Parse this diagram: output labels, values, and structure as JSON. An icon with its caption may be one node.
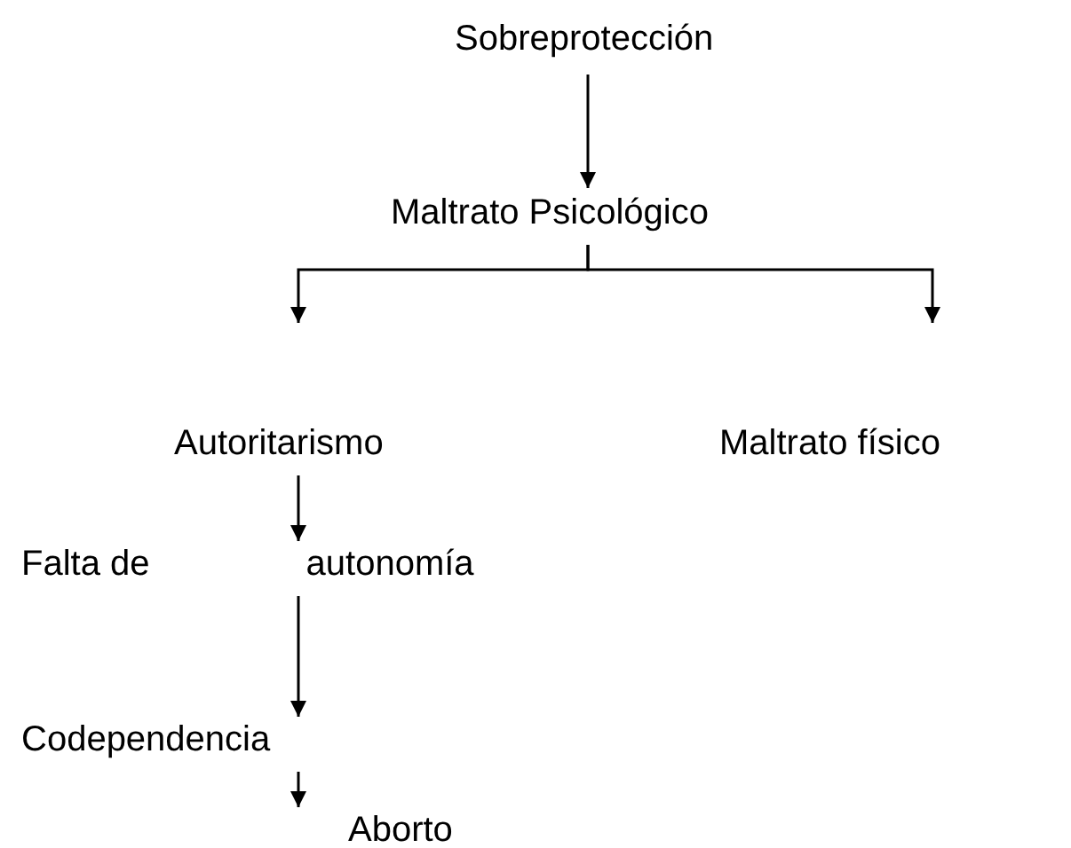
{
  "diagram": {
    "nodes": [
      {
        "text": [
          "Sobreprotección"
        ]
      },
      {
        "text": [
          "Maltrato Psicológico"
        ]
      },
      {
        "text": [
          "Autoritarismo"
        ]
      },
      {
        "text": [
          "Maltrato físico"
        ]
      },
      {
        "text": [
          "Falta de",
          "autonomía"
        ]
      },
      {
        "text": [
          "Codependencia"
        ]
      },
      {
        "text": [
          "Aborto"
        ]
      }
    ],
    "edges": [
      {
        "from": 0,
        "to": 1,
        "arrow": "to"
      },
      {
        "from": 1,
        "to": 2,
        "arrow": "to"
      },
      {
        "from": 1,
        "to": 3,
        "arrow": "to"
      },
      {
        "from": 2,
        "to": 4,
        "arrow": "to"
      },
      {
        "from": 4,
        "to": 5,
        "arrow": "to"
      },
      {
        "from": 5,
        "to": 6,
        "arrow": "to"
      }
    ]
  }
}
